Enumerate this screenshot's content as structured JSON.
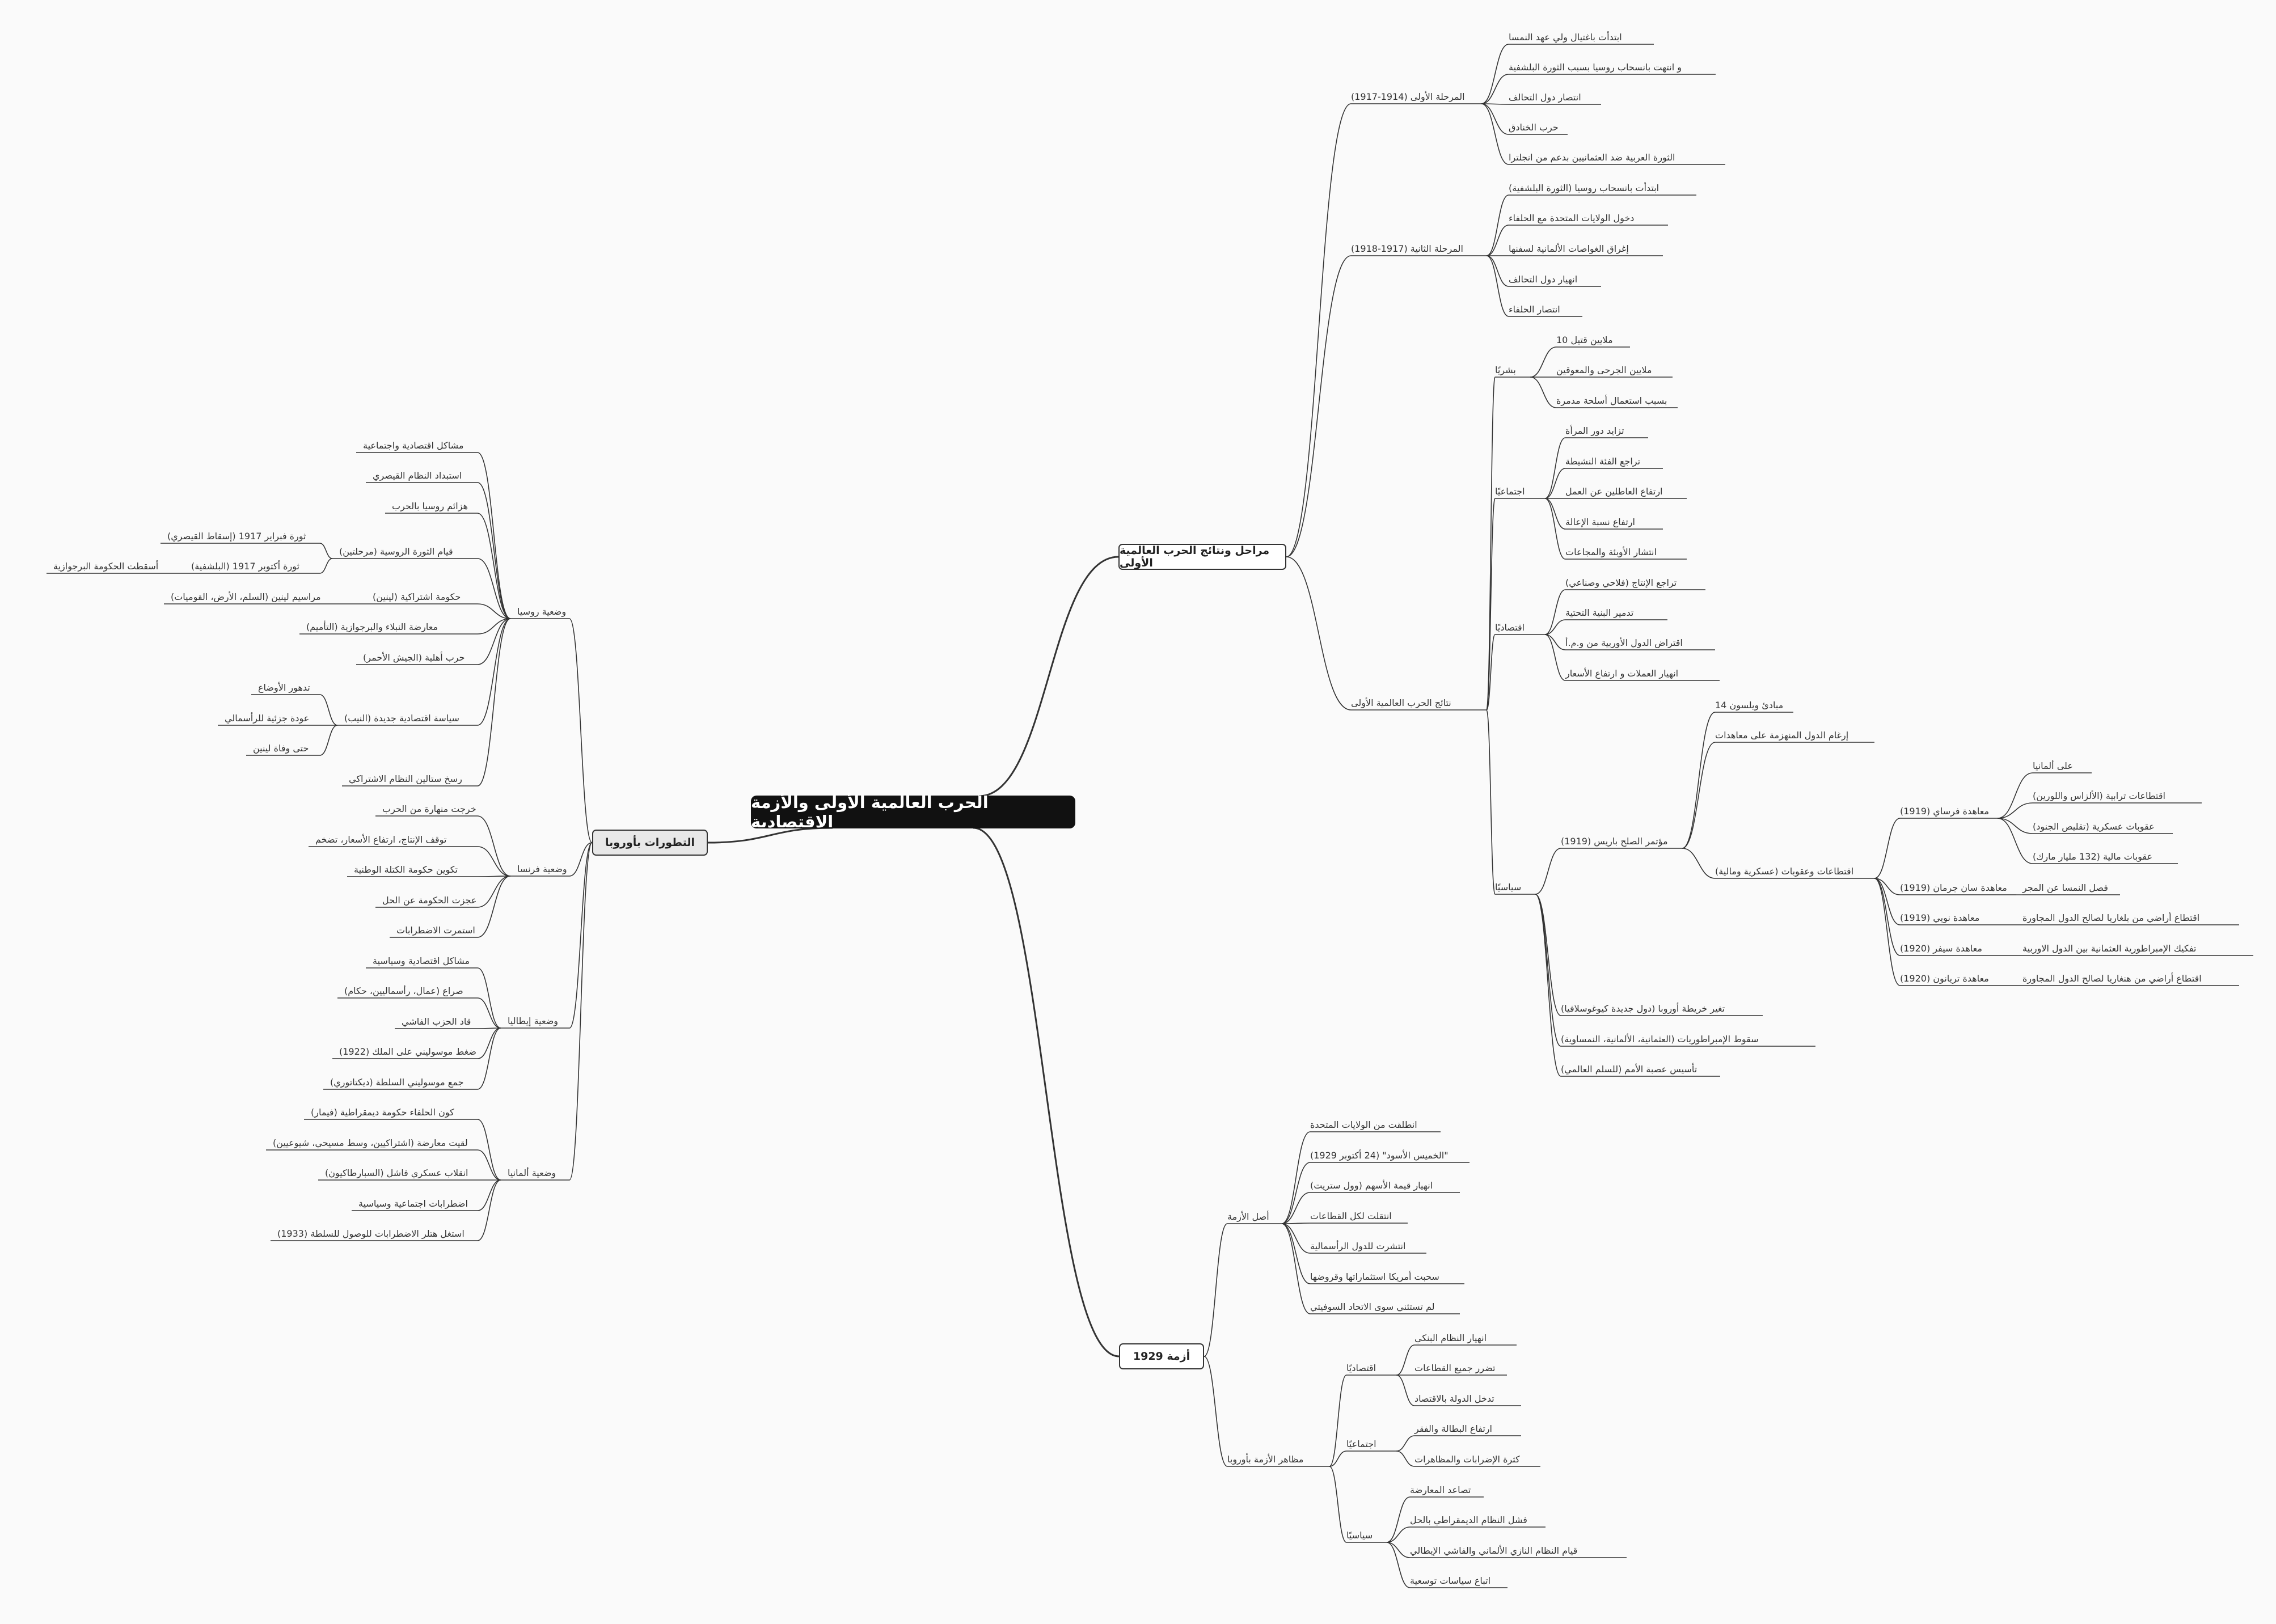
{
  "root": "الحرب العالمية الأولى والأزمة الاقتصادية",
  "branches": {
    "ww1": "مراحل ونتائج الحرب العالمية الأولى",
    "crisis": "أزمة 1929",
    "europe": "التطورات بأوروبا"
  },
  "ww1": {
    "phase1": {
      "label": "المرحلة الأولى (1914-1917)",
      "items": [
        "ابتدأت باغتيال ولي عهد النمسا",
        "و انتهت بانسحاب روسيا بسبب الثورة البلشفية",
        "انتصار دول التحالف",
        "حرب الخنادق",
        "الثورة العربية ضد العثمانيين بدعم من انجلترا"
      ]
    },
    "phase2": {
      "label": "المرحلة الثانية (1917-1918)",
      "items": [
        "ابتدأت بانسحاب روسيا (الثورة البلشفية)",
        "دخول الولايات المتحدة مع الحلفاء",
        "إغراق الغواصات الألمانية لسفنها",
        "انهيار دول التحالف",
        "انتصار الحلفاء"
      ]
    },
    "results": {
      "label": "نتائج الحرب العالمية الأولى",
      "human": {
        "label": "بشريًا",
        "items": [
          "10 ملايين قتيل",
          "ملايين الجرحى والمعوقين",
          "بسبب استعمال أسلحة مدمرة"
        ]
      },
      "social": {
        "label": "اجتماعيًا",
        "items": [
          "تزايد دور المرأة",
          "تراجع الفئة النشيطة",
          "ارتفاع العاطلين عن العمل",
          "ارتفاع نسبة الإعالة",
          "انتشار الأوبئة والمجاعات"
        ]
      },
      "economic": {
        "label": "اقتصاديًا",
        "items": [
          "تراجع الإنتاج (فلاحي وصناعي)",
          "تدمير البنية التحتية",
          "اقتراض الدول الأوربية من و.م.أ",
          "انهيار العملات و ارتفاع الأسعار"
        ]
      },
      "political": {
        "label": "سياسيًا",
        "paris": {
          "label": "مؤتمر الصلح باريس (1919)",
          "items": [
            "14 مبادئ ويلسون",
            "إرغام الدول المنهزمة على معاهدات"
          ],
          "sanctions": {
            "label": "اقتطاعات وعقوبات (عسكرية ومالية)",
            "versailles": {
              "label": "معاهدة فرساي (1919)",
              "items": [
                "على ألمانيا",
                "اقتطاعات ترابية (الألزاس واللورين)",
                "عقوبات عسكرية (تقليص الجنود)",
                "عقوبات مالية (132 مليار مارك)"
              ]
            },
            "treaties": [
              {
                "label": "معاهدة سان جرمان (1919)",
                "detail": "فصل النمسا عن المجر"
              },
              {
                "label": "معاهدة نويي (1919)",
                "detail": "اقتطاع أراضي من بلغاريا لصالح الدول المجاورة"
              },
              {
                "label": "معاهدة سيفر (1920)",
                "detail": "تفكيك الإمبراطورية العثمانية بين الدول الاوربية"
              },
              {
                "label": "معاهدة تريانون (1920)",
                "detail": "اقتطاع أراضي من هنغاريا لصالح الدول المجاورة"
              }
            ]
          }
        },
        "items": [
          "تغير خريطة أوروبا (دول جديدة كيوغوسلافيا)",
          "سقوط الإمبراطوريات (العثمانية، الألمانية، النمساوية)",
          "تأسيس عصبة الأمم (للسلم العالمي)"
        ]
      }
    }
  },
  "crisis": {
    "origin": {
      "label": "أصل الأزمة",
      "items": [
        "انطلقت من الولايات المتحدة",
        "الخميس الأسود\" (24 أكتوبر 1929)\"",
        "انهيار قيمة الأسهم (وول ستريت)",
        "انتقلت لكل القطاعات",
        "انتشرت للدول الرأسمالية",
        "سحبت أمريكا استثماراتها وقروضها",
        "لم تستثني سوى الاتحاد السوفيتي"
      ]
    },
    "aspects": {
      "label": "مظاهر الأزمة بأوروبا",
      "economic": {
        "label": "اقتصاديًا",
        "items": [
          "انهيار النظام البنكي",
          "تضرر جميع القطاعات",
          "تدخل الدولة بالاقتصاد"
        ]
      },
      "social": {
        "label": "اجتماعيًا",
        "items": [
          "ارتفاع البطالة والفقر",
          "كثرة الإضرابات والمظاهرات"
        ]
      },
      "political": {
        "label": "سياسيًا",
        "items": [
          "تصاعد المعارضة",
          "فشل النظام الديمقراطي بالحل",
          "قيام النظام النازي الألماني والفاشي الإيطالي",
          "اتباع سياسات توسعية"
        ]
      }
    }
  },
  "europe": {
    "russia": {
      "label": "وضعية روسيا",
      "items": [
        "مشاكل اقتصادية واجتماعية",
        "استبداد النظام القيصري",
        "هزائم روسيا بالحرب"
      ],
      "revolution": {
        "label": "قيام الثورة الروسية (مرحلتين)",
        "feb": "ثورة فبراير 1917 (إسقاط القيصري)",
        "oct": "ثورة أكتوبر 1917 (البلشفية)",
        "oct_child": "أسقطت الحكومة البرجوازية"
      },
      "socialist": {
        "label": "حكومة اشتراكية (لينين)",
        "child": "مراسيم لينين (السلم، الأرض، القوميات)"
      },
      "items2": [
        "معارضة النبلاء والبرجوازية (التأميم)",
        "حرب أهلية (الجيش الأحمر)"
      ],
      "nep": {
        "label": "سياسة اقتصادية جديدة (النيب)",
        "items": [
          "تدهور الأوضاع",
          "عودة جزئية للرأسمالي",
          "حتى وفاة لينين"
        ]
      },
      "last": "رسخ ستالين النظام الاشتراكي"
    },
    "france": {
      "label": "وضعية فرنسا",
      "items": [
        "خرجت منهارة من الحرب",
        "توقف الإنتاج، ارتفاع الأسعار، تضخم",
        "تكوين حكومة الكتلة الوطنية",
        "عجزت الحكومة عن الحل",
        "استمرت الاضطرابات"
      ]
    },
    "italy": {
      "label": "وضعية إيطاليا",
      "items": [
        "مشاكل اقتصادية وسياسية",
        "صراع (عمال، رأسماليين، حكام)",
        "قاد الحزب الفاشي",
        "ضغط موسوليني على الملك (1922)",
        "جمع موسوليني السلطة (ديكتاتوري)"
      ]
    },
    "germany": {
      "label": "وضعية ألمانيا",
      "items": [
        "كون الحلفاء حكومة ديمقراطية (فيمار)",
        "لقيت معارضة (اشتراكيين، وسط مسيحي، شيوعيين)",
        "انقلاب عسكري فاشل (السبارطاكيون)",
        "اضطرابات اجتماعية وسياسية",
        "استغل هتلر الاضطرابات للوصول للسلطة (1933)"
      ]
    }
  }
}
